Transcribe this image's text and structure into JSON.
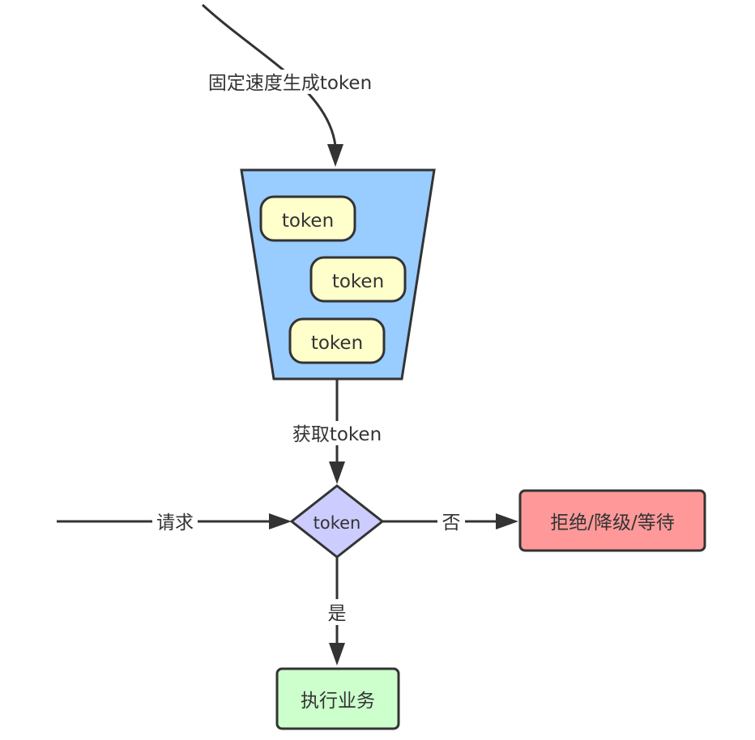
{
  "edges": {
    "generate_label": "固定速度生成token",
    "acquire_label": "获取token",
    "request_label": "请求",
    "no_label": "否",
    "yes_label": "是"
  },
  "bucket": {
    "tokens": [
      "token",
      "token",
      "token"
    ]
  },
  "decision": {
    "label": "token"
  },
  "outcomes": {
    "reject_label": "拒绝/降级/等待",
    "execute_label": "执行业务"
  },
  "colors": {
    "bucket_fill": "#99ccff",
    "token_fill": "#ffffcc",
    "decision_fill": "#ccccff",
    "reject_fill": "#ff9999",
    "execute_fill": "#ccffcc",
    "stroke": "#333333"
  }
}
